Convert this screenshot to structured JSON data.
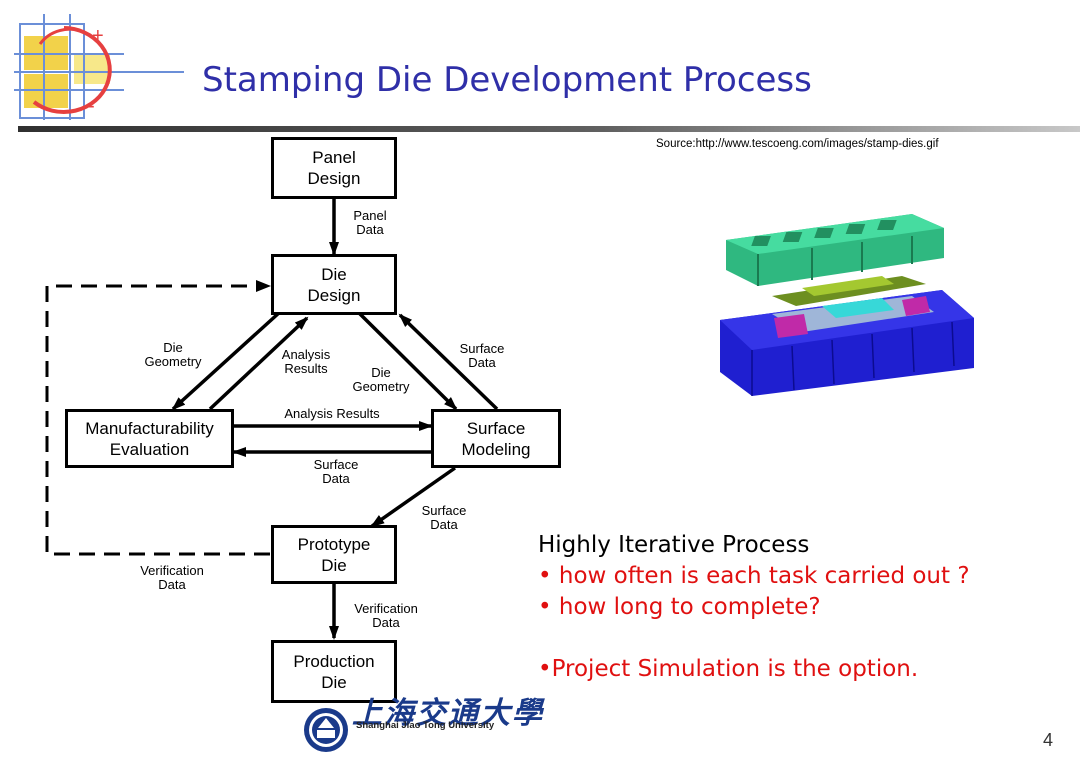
{
  "slide": {
    "title": "Stamping Die Development Process",
    "source": "Source:http://www.tescoeng.com/images/stamp-dies.gif",
    "page_number": "4"
  },
  "diagram": {
    "nodes": {
      "panel_design": [
        "Panel",
        "Design"
      ],
      "die_design": [
        "Die",
        "Design"
      ],
      "manufacturability": [
        "Manufacturability",
        "Evaluation"
      ],
      "surface_modeling": [
        "Surface",
        "Modeling"
      ],
      "prototype_die": [
        "Prototype",
        "Die"
      ],
      "production_die": [
        "Production",
        "Die"
      ]
    },
    "labels": {
      "panel_data": [
        "Panel",
        "Data"
      ],
      "die_geometry_left": [
        "Die",
        "Geometry"
      ],
      "analysis_results_up": [
        "Analysis",
        "Results"
      ],
      "die_geometry_right": [
        "Die",
        "Geometry"
      ],
      "surface_data_up": [
        "Surface",
        "Data"
      ],
      "analysis_results_horizontal": "Analysis Results",
      "surface_data_horizontal": [
        "Surface",
        "Data"
      ],
      "surface_data_down": [
        "Surface",
        "Data"
      ],
      "verification_data_loop": [
        "Verification",
        "Data"
      ],
      "verification_data_down": [
        "Verification",
        "Data"
      ]
    }
  },
  "text": {
    "heading": "Highly Iterative Process",
    "bullets": [
      "• how often is each task carried out ?",
      "• how long to complete?"
    ],
    "conclusion": "•Project Simulation is the option."
  },
  "logo": {
    "university_cn": "上海交通大學",
    "university_en": "Shanghai Jiao Tong University"
  },
  "colors": {
    "title": "#2f2fa8",
    "bullet_red": "#e01010"
  }
}
